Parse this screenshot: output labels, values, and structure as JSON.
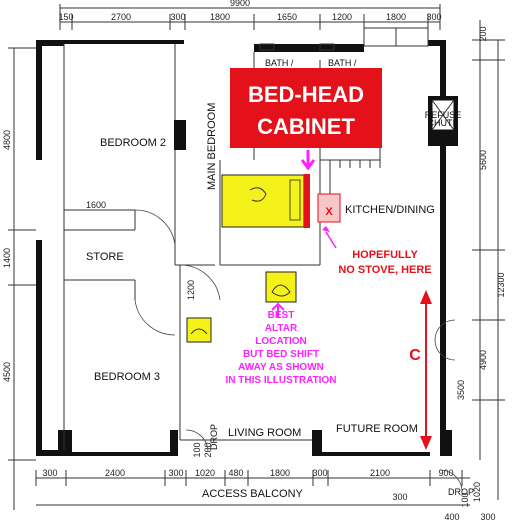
{
  "callout": {
    "line1": "BED-HEAD",
    "line2": "CABINET",
    "bg_color": "#e4111b"
  },
  "rooms": {
    "bedroom2": "BEDROOM 2",
    "main_bedroom": "MAIN BEDROOM",
    "store": "STORE",
    "bedroom3": "BEDROOM 3",
    "kitchen_dining": "KITCHEN/DINING",
    "living_room": "LIVING  ROOM",
    "future_room": "FUTURE ROOM",
    "access_balcony": "ACCESS BALCONY",
    "bath1": "BATH /",
    "bath2": "BATH /",
    "refuse_chute_1": "REFUSE",
    "refuse_chute_2": "CHUTE",
    "drop_left": "DROP",
    "drop_right": "DROP"
  },
  "annotations": {
    "x_mark": "X",
    "stove_line1": "HOPEFULLY",
    "stove_line2": "NO STOVE, HERE",
    "altar_line1": "BEST",
    "altar_line2": "ALTAR",
    "altar_line3": "LOCATION",
    "altar_line4": "BUT BED SHIFT",
    "altar_line5": "AWAY AS SHOWN",
    "altar_line6": "IN THIS ILLUSTRATION",
    "c_label": "C",
    "red_color": "#e4111b",
    "magenta_color": "#ff22ff",
    "yellow_color": "#f5f21a"
  },
  "dimensions": {
    "top_total": "9900",
    "top": [
      "150",
      "2700",
      "300",
      "1800",
      "1650",
      "1200",
      "1800",
      "300"
    ],
    "left": [
      "4800",
      "1400",
      "4500"
    ],
    "left_inner_1600": "1600",
    "mid_1200": "1200",
    "right": [
      "200",
      "5600",
      "12300",
      "4900",
      "3500"
    ],
    "bottom": [
      "300",
      "2400",
      "300",
      "1020",
      "480",
      "1800",
      "300",
      "2100",
      "900"
    ],
    "bottom_small": [
      "100",
      "200"
    ],
    "bottom_extra": [
      "300",
      "100",
      "1020",
      "400",
      "300"
    ]
  }
}
